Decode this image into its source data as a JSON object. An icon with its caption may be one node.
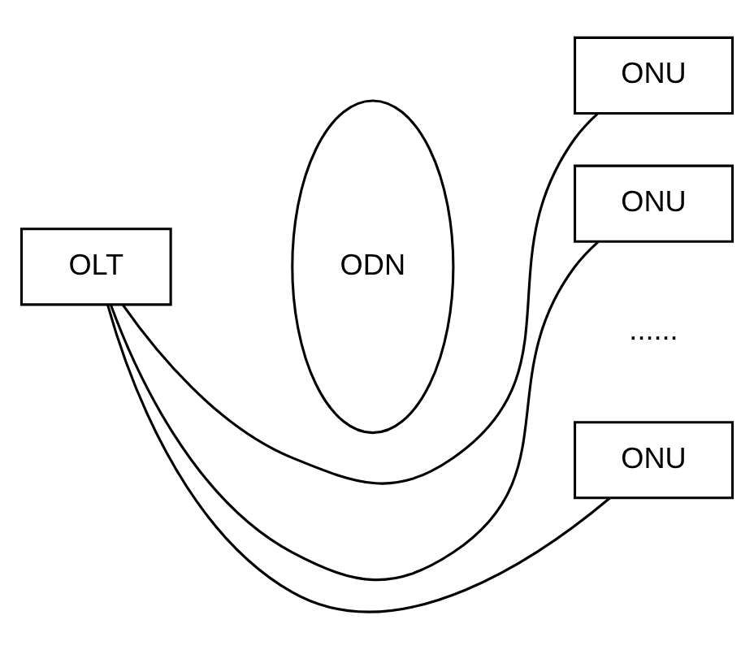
{
  "diagram": {
    "nodes": [
      {
        "text": [
          "OLT"
        ]
      },
      {
        "text": [
          "ODN"
        ]
      },
      {
        "text": [
          "ONU"
        ]
      },
      {
        "text": [
          "ONU"
        ]
      },
      {
        "text": [
          "ONU"
        ]
      }
    ],
    "edges": [
      {
        "from": 0,
        "to": 2,
        "arrow": "none"
      },
      {
        "from": 0,
        "to": 3,
        "arrow": "none"
      },
      {
        "from": 0,
        "to": 4,
        "arrow": "none"
      }
    ],
    "labels": [
      "......"
    ]
  }
}
